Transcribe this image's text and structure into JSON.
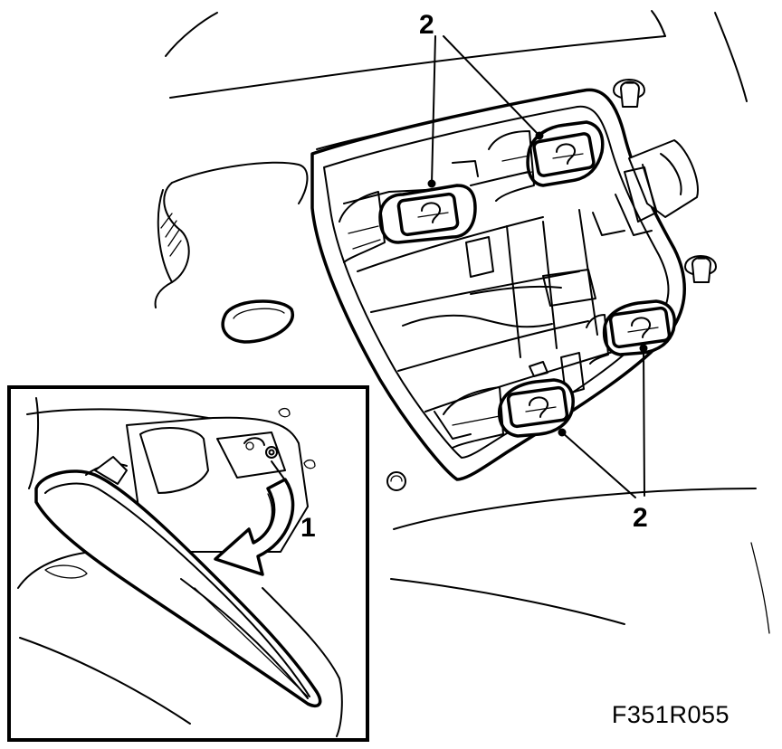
{
  "figure": {
    "code": "F351R055"
  },
  "callouts": {
    "step_1": "1",
    "bulb_top_left": "2",
    "bulb_bottom_right": "2"
  },
  "icons": {
    "bulb_holder": "bulb-holder-icon",
    "removal_arrow": "curved-arrow-icon"
  }
}
